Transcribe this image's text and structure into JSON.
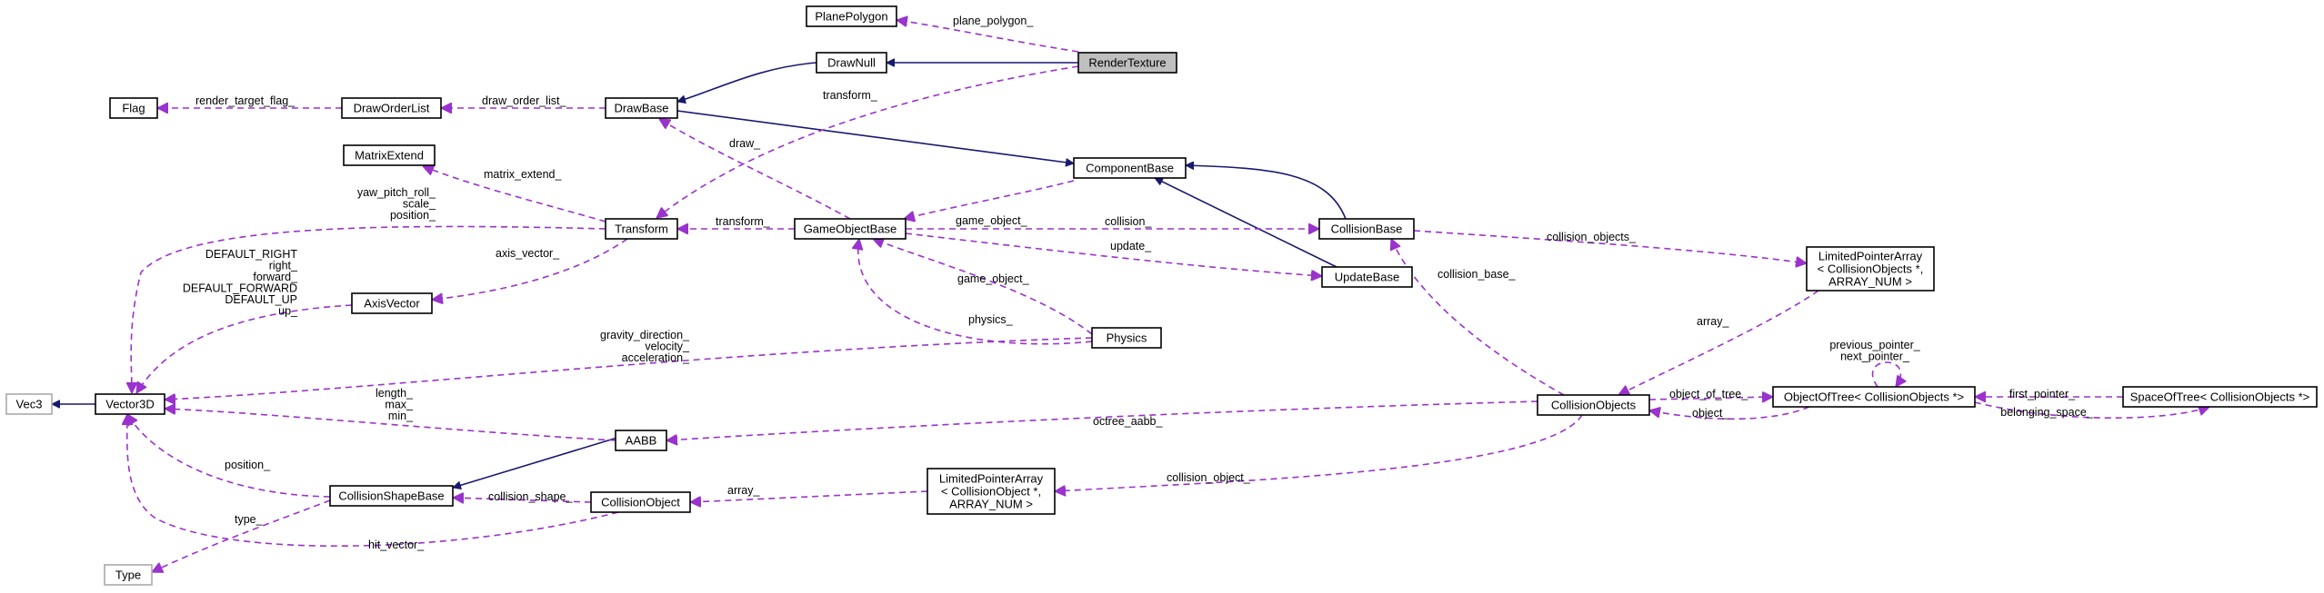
{
  "nodes": {
    "PlanePolygon": {
      "label": [
        "PlanePolygon"
      ]
    },
    "DrawNull": {
      "label": [
        "DrawNull"
      ]
    },
    "RenderTexture": {
      "label": [
        "RenderTexture"
      ]
    },
    "Flag": {
      "label": [
        "Flag"
      ]
    },
    "DrawOrderList": {
      "label": [
        "DrawOrderList"
      ]
    },
    "DrawBase": {
      "label": [
        "DrawBase"
      ]
    },
    "ComponentBase": {
      "label": [
        "ComponentBase"
      ]
    },
    "MatrixExtend": {
      "label": [
        "MatrixExtend"
      ]
    },
    "Transform": {
      "label": [
        "Transform"
      ]
    },
    "GameObjectBase": {
      "label": [
        "GameObjectBase"
      ]
    },
    "CollisionBase": {
      "label": [
        "CollisionBase"
      ]
    },
    "UpdateBase": {
      "label": [
        "UpdateBase"
      ]
    },
    "AxisVector": {
      "label": [
        "AxisVector"
      ]
    },
    "Physics": {
      "label": [
        "Physics"
      ]
    },
    "Vec3": {
      "label": [
        "Vec3"
      ]
    },
    "Vector3D": {
      "label": [
        "Vector3D"
      ]
    },
    "AABB": {
      "label": [
        "AABB"
      ]
    },
    "CollisionShapeBase": {
      "label": [
        "CollisionShapeBase"
      ]
    },
    "CollisionObject": {
      "label": [
        "CollisionObject"
      ]
    },
    "Type": {
      "label": [
        "Type"
      ]
    },
    "LPA_CollisionObjects": {
      "label": [
        "LimitedPointerArray",
        "< CollisionObjects *,",
        "ARRAY_NUM >"
      ]
    },
    "LPA_CollisionObject": {
      "label": [
        "LimitedPointerArray",
        "< CollisionObject *,",
        "ARRAY_NUM >"
      ]
    },
    "CollisionObjects": {
      "label": [
        "CollisionObjects"
      ]
    },
    "ObjectOfTree": {
      "label": [
        "ObjectOfTree< CollisionObjects *>"
      ]
    },
    "SpaceOfTree": {
      "label": [
        "SpaceOfTree< CollisionObjects *>"
      ]
    }
  },
  "edges": {
    "plane_polygon": {
      "label": [
        "plane_polygon_"
      ]
    },
    "render_target_flag": {
      "label": [
        "render_target_flag_"
      ]
    },
    "draw_order_list": {
      "label": [
        "draw_order_list_"
      ]
    },
    "transform_rt": {
      "label": [
        "transform_"
      ]
    },
    "draw": {
      "label": [
        "draw_"
      ]
    },
    "game_object_cb": {
      "label": [
        "game_object_"
      ]
    },
    "matrix_extend": {
      "label": [
        "matrix_extend_"
      ]
    },
    "transform_go": {
      "label": [
        "transform_"
      ]
    },
    "collision": {
      "label": [
        "collision_"
      ]
    },
    "update": {
      "label": [
        "update_"
      ]
    },
    "collision_objects": {
      "label": [
        "collision_objects_"
      ]
    },
    "yaw_pitch_roll": {
      "label": [
        "yaw_pitch_roll_",
        "scale_",
        "position_"
      ]
    },
    "axis_vector": {
      "label": [
        "axis_vector_"
      ]
    },
    "default_dirs": {
      "label": [
        "DEFAULT_RIGHT",
        "right_",
        "forward_",
        "DEFAULT_FORWARD",
        "DEFAULT_UP",
        "up_"
      ]
    },
    "game_object_ph": {
      "label": [
        "game_object_"
      ]
    },
    "physics": {
      "label": [
        "physics_"
      ]
    },
    "gravity": {
      "label": [
        "gravity_direction_",
        "velocity_",
        "acceleration_"
      ]
    },
    "collision_base": {
      "label": [
        "collision_base_"
      ]
    },
    "array_lpa": {
      "label": [
        "array_"
      ]
    },
    "length": {
      "label": [
        "length_",
        "max_",
        "min_"
      ]
    },
    "octree_aabb": {
      "label": [
        "octree_aabb_"
      ]
    },
    "object_of_tree": {
      "label": [
        "object_of_tree_"
      ]
    },
    "object": {
      "label": [
        "object_"
      ]
    },
    "prev_next": {
      "label": [
        "previous_pointer_",
        "next_pointer_"
      ]
    },
    "first_pointer": {
      "label": [
        "first_pointer_"
      ]
    },
    "belonging_space": {
      "label": [
        "belonging_space_"
      ]
    },
    "position_csb": {
      "label": [
        "position_"
      ]
    },
    "collision_shape": {
      "label": [
        "collision_shape_"
      ]
    },
    "array_co": {
      "label": [
        "array_"
      ]
    },
    "collision_object": {
      "label": [
        "collision_object_"
      ]
    },
    "type": {
      "label": [
        "type_"
      ]
    },
    "hit_vector": {
      "label": [
        "hit_vector_"
      ]
    }
  },
  "colors": {
    "inheritance_edge": "#191970",
    "usage_edge": "#9a32cd",
    "highlight_fill": "#bfbfbf",
    "external_border": "#aaaaaa"
  }
}
